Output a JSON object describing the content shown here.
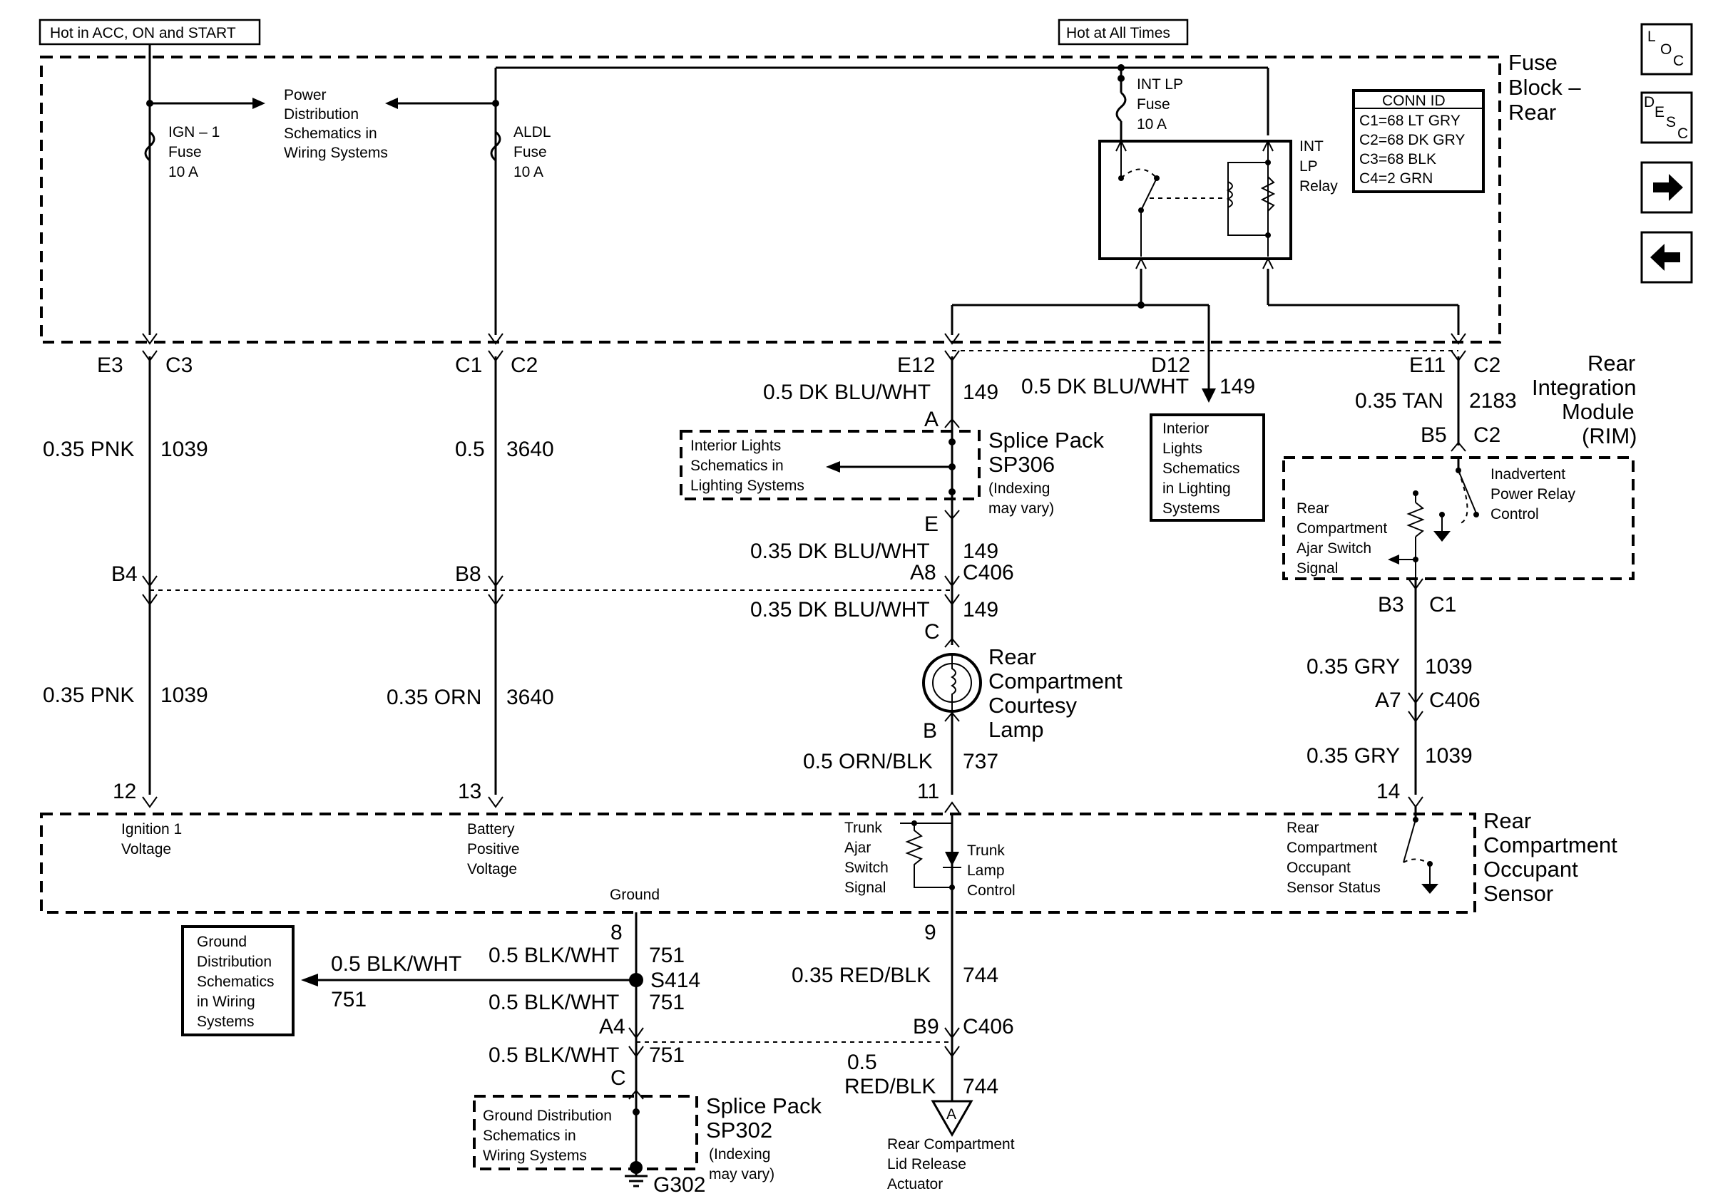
{
  "top_labels": {
    "hot_acc": "Hot in ACC, ON and START",
    "hot_all": "Hot at All Times"
  },
  "fuse_block": {
    "title": [
      "Fuse",
      "Block –",
      "Rear"
    ],
    "ign_fuse": [
      "IGN – 1",
      "Fuse",
      "10 A"
    ],
    "aldl_fuse": [
      "ALDL",
      "Fuse",
      "10 A"
    ],
    "intlp_fuse": [
      "INT LP",
      "Fuse",
      "10 A"
    ],
    "relay": [
      "INT",
      "LP",
      "Relay"
    ],
    "power_dist": [
      "Power",
      "Distribution",
      "Schematics in",
      "Wiring Systems"
    ],
    "conn_id": {
      "title": "CONN ID",
      "rows": [
        "C1=68 LT GRY",
        "C2=68 DK GRY",
        "C3=68 BLK",
        "C4=2 GRN"
      ]
    }
  },
  "nav_buttons": {
    "loc": {
      "l": "L",
      "o": "O",
      "c": "C"
    },
    "desc": {
      "d": "D",
      "e": "E",
      "s": "S",
      "c": "C"
    },
    "forward_icon": "arrow-right",
    "back_icon": "arrow-left"
  },
  "circuit1": {
    "pin_a": "E3",
    "conn_a": "C3",
    "wire": "0.35 PNK",
    "circ": "1039",
    "pin_b": "B4",
    "wire2": "0.35 PNK",
    "circ2": "1039",
    "pin_end": "12",
    "term_label": [
      "Ignition 1",
      "Voltage"
    ]
  },
  "circuit2": {
    "pin_a": "C1",
    "conn_a": "C2",
    "wire": "0.5",
    "circ": "3640",
    "pin_b": "B8",
    "wire2": "0.35 ORN",
    "circ2": "3640",
    "pin_end": "13",
    "term_label": [
      "Battery",
      "Positive",
      "Voltage"
    ]
  },
  "circuit3": {
    "pin_e12": "E12",
    "wire1": "0.5 DK BLU/WHT",
    "circ1": "149",
    "pin_a": "A",
    "splice_title": [
      "Splice Pack",
      "SP306"
    ],
    "splice_note": [
      "(Indexing",
      "may vary)"
    ],
    "interior_lights": [
      "Interior Lights",
      "Schematics in",
      "Lighting Systems"
    ],
    "pin_e": "E",
    "wire2": "0.35 DK BLU/WHT",
    "circ2": "149",
    "pin_a8": "A8",
    "conn_c406": "C406",
    "wire3": "0.35 DK BLU/WHT",
    "circ3": "149",
    "pin_c": "C",
    "lamp": [
      "Rear",
      "Compartment",
      "Courtesy",
      "Lamp"
    ],
    "pin_b": "B",
    "wire4": "0.5 ORN/BLK",
    "circ4": "737",
    "pin_11": "11"
  },
  "circuit_d12": {
    "pin": "D12",
    "wire": "0.5 DK BLU/WHT",
    "circ": "149",
    "box": [
      "Interior",
      "Lights",
      "Schematics",
      "in Lighting",
      "Systems"
    ]
  },
  "circuit4": {
    "pin_e11": "E11",
    "conn_c2": "C2",
    "wire1": "0.35 TAN",
    "circ1": "2183",
    "pin_b5": "B5",
    "conn_c2b": "C2",
    "rim": [
      "Rear",
      "Integration",
      "Module",
      "(RIM)"
    ],
    "ajar_label": [
      "Rear",
      "Compartment",
      "Ajar Switch",
      "Signal"
    ],
    "relay_label": [
      "Inadvertent",
      "Power Relay",
      "Control"
    ],
    "pin_b3": "B3",
    "conn_c1": "C1",
    "wire2": "0.35 GRY",
    "circ2": "1039",
    "pin_a7": "A7",
    "conn_c406": "C406",
    "wire3": "0.35 GRY",
    "circ3": "1039",
    "pin_14": "14"
  },
  "sensor": {
    "title": [
      "Rear",
      "Compartment",
      "Occupant",
      "Sensor"
    ],
    "trunk_ajar": [
      "Trunk",
      "Ajar",
      "Switch",
      "Signal"
    ],
    "trunk_lamp": [
      "Trunk",
      "Lamp",
      "Control"
    ],
    "occ_status": [
      "Rear",
      "Compartment",
      "Occupant",
      "Sensor Status"
    ],
    "ground": "Ground"
  },
  "ground_section": {
    "pin_8": "8",
    "wire1": "0.5 BLK/WHT",
    "circ1": "751",
    "s414": "S414",
    "wire_left": "0.5 BLK/WHT",
    "circ_left": "751",
    "gd_box": [
      "Ground",
      "Distribution",
      "Schematics",
      "in Wiring",
      "Systems"
    ],
    "wire2": "0.5 BLK/WHT",
    "circ2": "751",
    "pin_a4": "A4",
    "wire3": "0.5 BLK/WHT",
    "circ3": "751",
    "pin_c": "C",
    "splice_title": [
      "Splice Pack",
      "SP302"
    ],
    "splice_note": [
      "(Indexing",
      "may vary)"
    ],
    "gd_box2": [
      "Ground Distribution",
      "Schematics in",
      "Wiring Systems"
    ],
    "g302": "G302"
  },
  "trunk_release": {
    "pin_9": "9",
    "wire1": "0.35 RED/BLK",
    "circ1": "744",
    "pin_b9": "B9",
    "conn_c406": "C406",
    "wire2a": "0.5",
    "wire2b": "RED/BLK",
    "circ2": "744",
    "marker": "A",
    "label": [
      "Rear Compartment",
      "Lid Release",
      "Actuator"
    ]
  }
}
